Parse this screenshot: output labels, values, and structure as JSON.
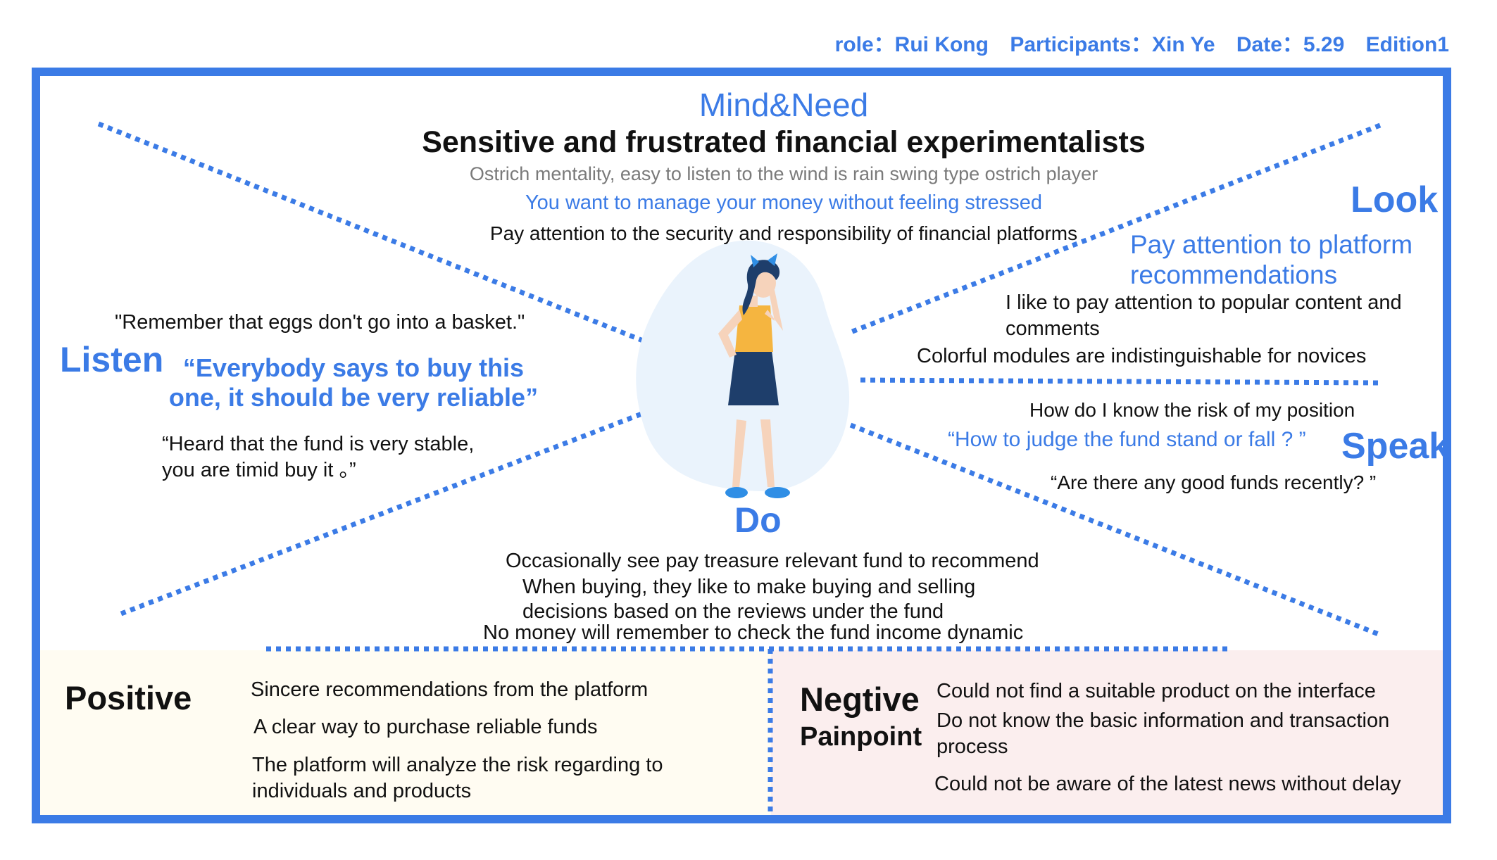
{
  "header": {
    "role": "role：Rui Kong",
    "participants": "Participants：Xin Ye",
    "date": "Date：5.29",
    "edition": "Edition1"
  },
  "mind": {
    "title": "Mind&Need",
    "headline": "Sensitive and frustrated financial experimentalists",
    "sub": "Ostrich mentality, easy to listen to the wind is rain swing type ostrich player",
    "want": "You want to manage your money without feeling stressed",
    "attention": "Pay attention to the security and responsibility of financial platforms"
  },
  "look": {
    "title": "Look",
    "headline": "Pay attention to platform recommendations",
    "line1": "I like to pay attention to popular content and comments",
    "line2": "Colorful modules are indistinguishable for novices"
  },
  "listen": {
    "title": "Listen",
    "quote1": "\"Remember that eggs don't go into a basket.\"",
    "quote2": "“Everybody says to buy this one, it should be very reliable”",
    "quote3": "“Heard that the fund is very stable, you are timid buy it 。”"
  },
  "speak": {
    "title": "Speak",
    "line1": "How do I know the risk of my position",
    "line2": "“How to judge the fund stand or fall ? ”",
    "line3": "“Are there any good funds recently? ”"
  },
  "do": {
    "title": "Do",
    "line1": "Occasionally see pay treasure relevant fund to recommend",
    "line2": "When buying, they like to make buying and selling decisions based on the reviews under the fund",
    "line3": "No money will remember to check the fund income dynamic"
  },
  "positive": {
    "title": "Positive",
    "items": [
      "Sincere recommendations from the platform",
      "A clear way to purchase reliable funds",
      "The platform will analyze the risk regarding to individuals and products"
    ]
  },
  "negative": {
    "title": "Negtive",
    "subtitle": "Painpoint",
    "items": [
      "Could not find a suitable product on the interface",
      "Do not know the basic information and transaction process",
      "Could not be aware of the latest news without delay"
    ]
  },
  "colors": {
    "accent": "#3b7be6",
    "frame": "#3b7be6",
    "positive_bg": "#fffcf2",
    "negative_bg": "#fbeeee",
    "blob": "#eaf3fc"
  },
  "icons": {
    "persona": "woman-thinking-illustration"
  }
}
